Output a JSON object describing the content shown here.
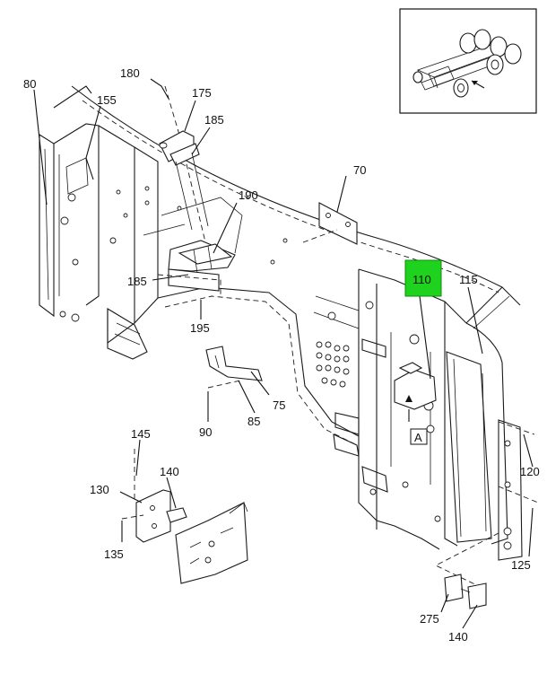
{
  "colors": {
    "line": "#1a1a1a",
    "highlight": "#1ed21e",
    "background": "#ffffff"
  },
  "highlighted_part": "110",
  "view_marker": "A",
  "callouts": {
    "c80": "80",
    "c155": "155",
    "c180": "180",
    "c175": "175",
    "c185a": "185",
    "c190": "190",
    "c185b": "185",
    "c195": "195",
    "c70": "70",
    "c110": "110",
    "c115": "115",
    "c75": "75",
    "c85": "85",
    "c90": "90",
    "c145": "145",
    "c140a": "140",
    "c130": "130",
    "c135": "135",
    "c120": "120",
    "c125": "125",
    "c275": "275",
    "c140b": "140"
  }
}
